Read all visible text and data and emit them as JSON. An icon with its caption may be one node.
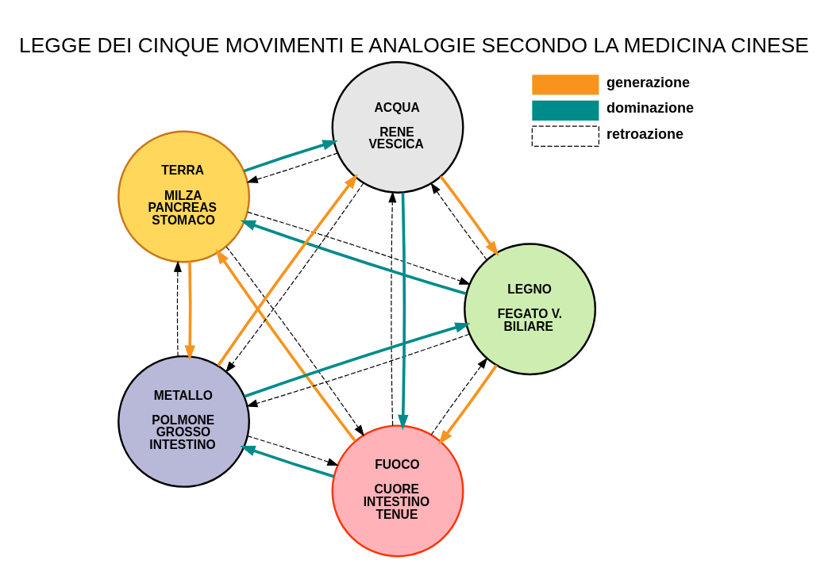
{
  "diagram": {
    "title": "LEGGE DEI CINQUE MOVIMENTI E ANALOGIE SECONDO LA MEDICINA CINESE",
    "nodes": [
      {
        "text": [
          "FUOCO",
          "CUORE INTESTINO TENUE"
        ]
      },
      {
        "text": [
          "LEGNO",
          "FEGATO V. BILIARE"
        ]
      },
      {
        "text": [
          "TERRA",
          "MILZA PANCREAS STOMACO"
        ]
      },
      {
        "text": [
          "ACQUA",
          "RENE VESCICA"
        ]
      },
      {
        "text": [
          "METALLO",
          "POLMONE GROSSO INTESTINO"
        ]
      }
    ],
    "edges": [
      {
        "from": 1,
        "to": 0,
        "arrow": "to",
        "style": "thick",
        "color": "#f7941d"
      },
      {
        "from": 0,
        "to": 1,
        "arrow": "to",
        "style": "dashed"
      },
      {
        "from": 0,
        "to": 2,
        "arrow": "to",
        "style": "thick",
        "color": "#f7941d"
      },
      {
        "from": 2,
        "to": 0,
        "arrow": "to",
        "style": "dashed"
      },
      {
        "from": 1,
        "to": 2,
        "arrow": "to",
        "style": "thick",
        "color": "#008b8b"
      },
      {
        "from": 2,
        "to": 1,
        "arrow": "to",
        "style": "dashed"
      },
      {
        "from": 0,
        "to": 3,
        "arrow": "to",
        "style": "dashed"
      },
      {
        "from": 3,
        "to": 0,
        "arrow": "to",
        "style": "thick",
        "color": "#008b8b"
      },
      {
        "from": 0,
        "to": 4,
        "arrow": "to",
        "style": "thick",
        "color": "#008b8b"
      },
      {
        "from": 4,
        "to": 0,
        "arrow": "to",
        "style": "dashed"
      },
      {
        "from": 4,
        "to": 1,
        "arrow": "to",
        "style": "thick",
        "color": "#008b8b"
      },
      {
        "from": 1,
        "to": 4,
        "arrow": "to",
        "style": "dashed"
      },
      {
        "from": 2,
        "to": 3,
        "arrow": "to",
        "style": "thick",
        "color": "#008b8b"
      },
      {
        "from": 3,
        "to": 2,
        "arrow": "to",
        "style": "dashed"
      },
      {
        "from": 4,
        "to": 2,
        "arrow": "to",
        "style": "dashed"
      },
      {
        "from": 2,
        "to": 4,
        "arrow": "to",
        "style": "thick",
        "color": "#f7941d"
      },
      {
        "from": 3,
        "to": 1,
        "arrow": "to",
        "style": "thick",
        "color": "#f7941d"
      },
      {
        "from": 1,
        "to": 3,
        "arrow": "to",
        "style": "dashed"
      },
      {
        "from": 3,
        "to": 4,
        "arrow": "to",
        "style": "dashed"
      },
      {
        "from": 4,
        "to": 3,
        "arrow": "to",
        "style": "thick",
        "color": "#f7941d"
      }
    ],
    "legend": [
      {
        "text": "generazione"
      },
      {
        "text": "dominazione"
      },
      {
        "text": "retroazione"
      }
    ]
  }
}
